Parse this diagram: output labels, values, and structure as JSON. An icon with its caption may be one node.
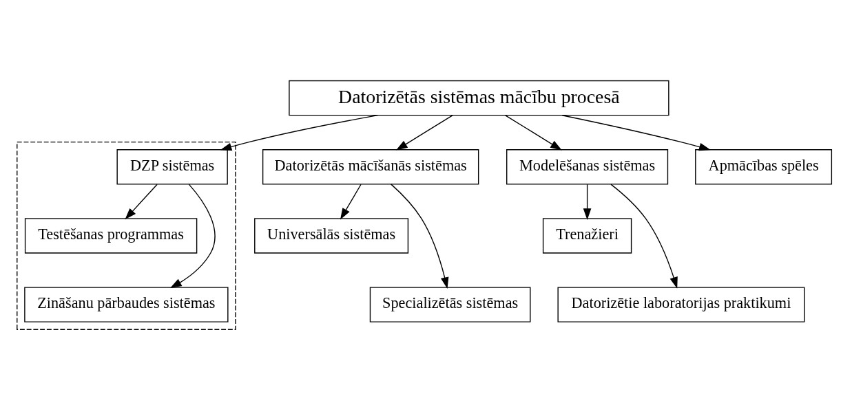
{
  "diagram": {
    "nodes": [
      {
        "text": [
          "Datorizētās sistēmas mācību procesā"
        ]
      },
      {
        "text": [
          "Datorizētās mācīšanās sistēmas"
        ]
      },
      {
        "text": [
          "Universālās sistēmas"
        ]
      },
      {
        "text": [
          "Specializētās sistēmas"
        ]
      },
      {
        "text": [],
        "shape": "box"
      },
      {
        "text": [
          "DZP sistēmas"
        ],
        "in": 4
      },
      {
        "text": [
          "Testēšanas programmas"
        ],
        "in": 4
      },
      {
        "text": [
          "Zināšanu pārbaudes sistēmas"
        ],
        "in": 4
      },
      {
        "text": [
          "Modelēšanas sistēmas"
        ]
      },
      {
        "text": [
          "Trenažieri"
        ]
      },
      {
        "text": [
          "Datorizētie laboratorijas praktikumi"
        ]
      },
      {
        "text": [
          "Apmācības spēles"
        ]
      }
    ],
    "edges": [
      {
        "from": 0,
        "to": 1,
        "arrow": "to"
      },
      {
        "from": 0,
        "to": 5,
        "arrow": "to"
      },
      {
        "from": 0,
        "to": 8,
        "arrow": "to"
      },
      {
        "from": 0,
        "to": 11,
        "arrow": "to"
      },
      {
        "from": 1,
        "to": 2,
        "arrow": "to"
      },
      {
        "from": 1,
        "to": 3,
        "arrow": "to"
      },
      {
        "from": 5,
        "to": 6,
        "arrow": "to"
      },
      {
        "from": 5,
        "to": 7,
        "arrow": "to"
      },
      {
        "from": 8,
        "to": 9,
        "arrow": "to"
      },
      {
        "from": 8,
        "to": 10,
        "arrow": "to"
      }
    ]
  }
}
